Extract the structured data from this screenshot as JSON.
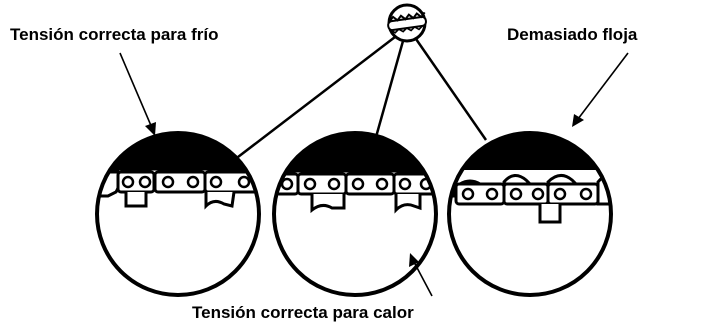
{
  "labels": {
    "cold": "Tensión correcta para frío",
    "warm": "Tensión correcta para calor",
    "loose": "Demasiado floja"
  },
  "colors": {
    "ink": "#000000",
    "background": "#ffffff"
  },
  "icons": [
    "chainsaw-bar-icon"
  ]
}
